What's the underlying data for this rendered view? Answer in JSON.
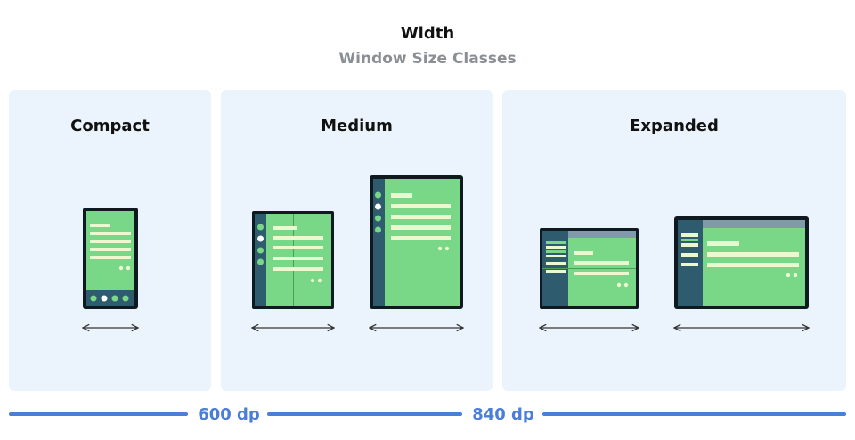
{
  "header": {
    "title": "Width",
    "subtitle": "Window Size Classes"
  },
  "panels": [
    {
      "label": "Compact"
    },
    {
      "label": "Medium"
    },
    {
      "label": "Expanded"
    }
  ],
  "breakpoints": [
    {
      "label": "600 dp"
    },
    {
      "label": "840 dp"
    }
  ],
  "colors": {
    "panel_bg": "#ebf4fd",
    "device_frame": "#0f1a20",
    "nav_bar": "#2f5b6f",
    "screen": "#78d888",
    "text_line": "#eaf9d0",
    "accent_line": "#4a7ed8",
    "arrow": "#333333"
  }
}
